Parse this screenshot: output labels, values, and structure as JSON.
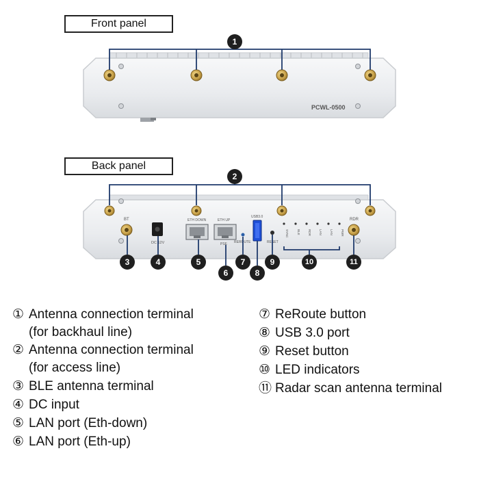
{
  "front_panel": {
    "label": "Front panel",
    "model": "PCWL-0500",
    "callout": "1"
  },
  "back_panel": {
    "label": "Back panel",
    "port_labels": {
      "bt": "BT",
      "dc": "DC 12V",
      "eth_down": "ETH DOWN",
      "eth_up": "ETH UP",
      "poe": "PSE",
      "reroute": "REROUTE",
      "usb": "USB3.0",
      "reset": "RESET",
      "rdr": "RDR",
      "leds": [
        "SYNC",
        "BLE",
        "RDR",
        "LAN",
        "LAN",
        "PWR"
      ]
    },
    "callouts": {
      "antenna_top": "2",
      "ble": "3",
      "dc": "4",
      "eth_down": "5",
      "eth_up": "6",
      "reroute": "7",
      "usb": "8",
      "reset": "9",
      "leds": "10",
      "radar": "11"
    }
  },
  "legend": [
    {
      "num": "①",
      "text": "Antenna connection terminal"
    },
    {
      "num": "",
      "text": "(for backhaul line)"
    },
    {
      "num": "②",
      "text": "Antenna connection terminal"
    },
    {
      "num": "",
      "text": "(for access line)"
    },
    {
      "num": "③",
      "text": "BLE antenna terminal"
    },
    {
      "num": "④",
      "text": "DC input"
    },
    {
      "num": "⑤",
      "text": "LAN port (Eth-down)"
    },
    {
      "num": "⑥",
      "text": "LAN port (Eth-up)"
    },
    {
      "num": "⑦",
      "text": "ReRoute button"
    },
    {
      "num": "⑧",
      "text": "USB 3.0 port"
    },
    {
      "num": "⑨",
      "text": "Reset button"
    },
    {
      "num": "⑩",
      "text": "LED indicators"
    },
    {
      "num": "⑪",
      "text": "Radar scan antenna terminal"
    }
  ],
  "colors": {
    "callout_line": "#1f3a6b",
    "chassis": "#eceef0",
    "chassis_edge": "#c9ccd0",
    "antenna_gold": "#c9a24a",
    "usb_blue": "#1e4fd8",
    "callout_bg": "#1f1f1f"
  }
}
